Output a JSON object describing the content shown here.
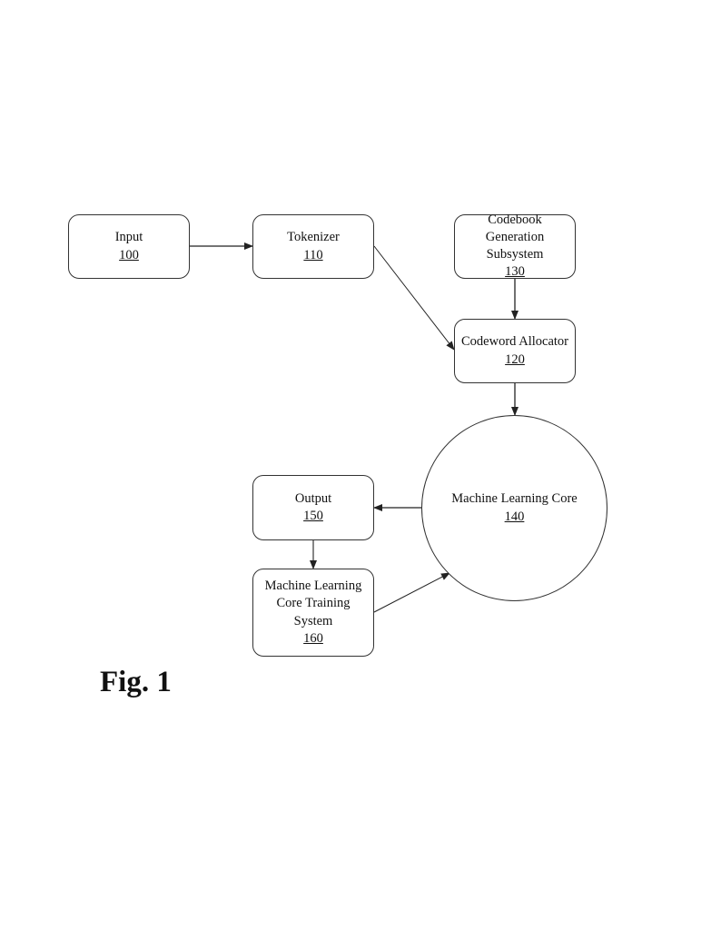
{
  "figure_label": "Fig. 1",
  "nodes": {
    "input": {
      "label": "Input",
      "ref": "100"
    },
    "tokenizer": {
      "label": "Tokenizer",
      "ref": "110"
    },
    "codebook": {
      "label_lines": [
        "Codebook",
        "Generation",
        "Subsystem"
      ],
      "ref": "130"
    },
    "allocator": {
      "label": "Codeword Allocator",
      "ref": "120"
    },
    "ml_core": {
      "label": "Machine Learning Core",
      "ref": "140"
    },
    "output": {
      "label": "Output",
      "ref": "150"
    },
    "training": {
      "label_lines": [
        "Machine Learning",
        "Core Training",
        "System"
      ],
      "ref": "160"
    }
  },
  "edges": [
    {
      "from": "input",
      "to": "tokenizer"
    },
    {
      "from": "tokenizer",
      "to": "allocator"
    },
    {
      "from": "codebook",
      "to": "allocator"
    },
    {
      "from": "allocator",
      "to": "ml_core"
    },
    {
      "from": "ml_core",
      "to": "output"
    },
    {
      "from": "output",
      "to": "training"
    },
    {
      "from": "training",
      "to": "ml_core"
    }
  ]
}
